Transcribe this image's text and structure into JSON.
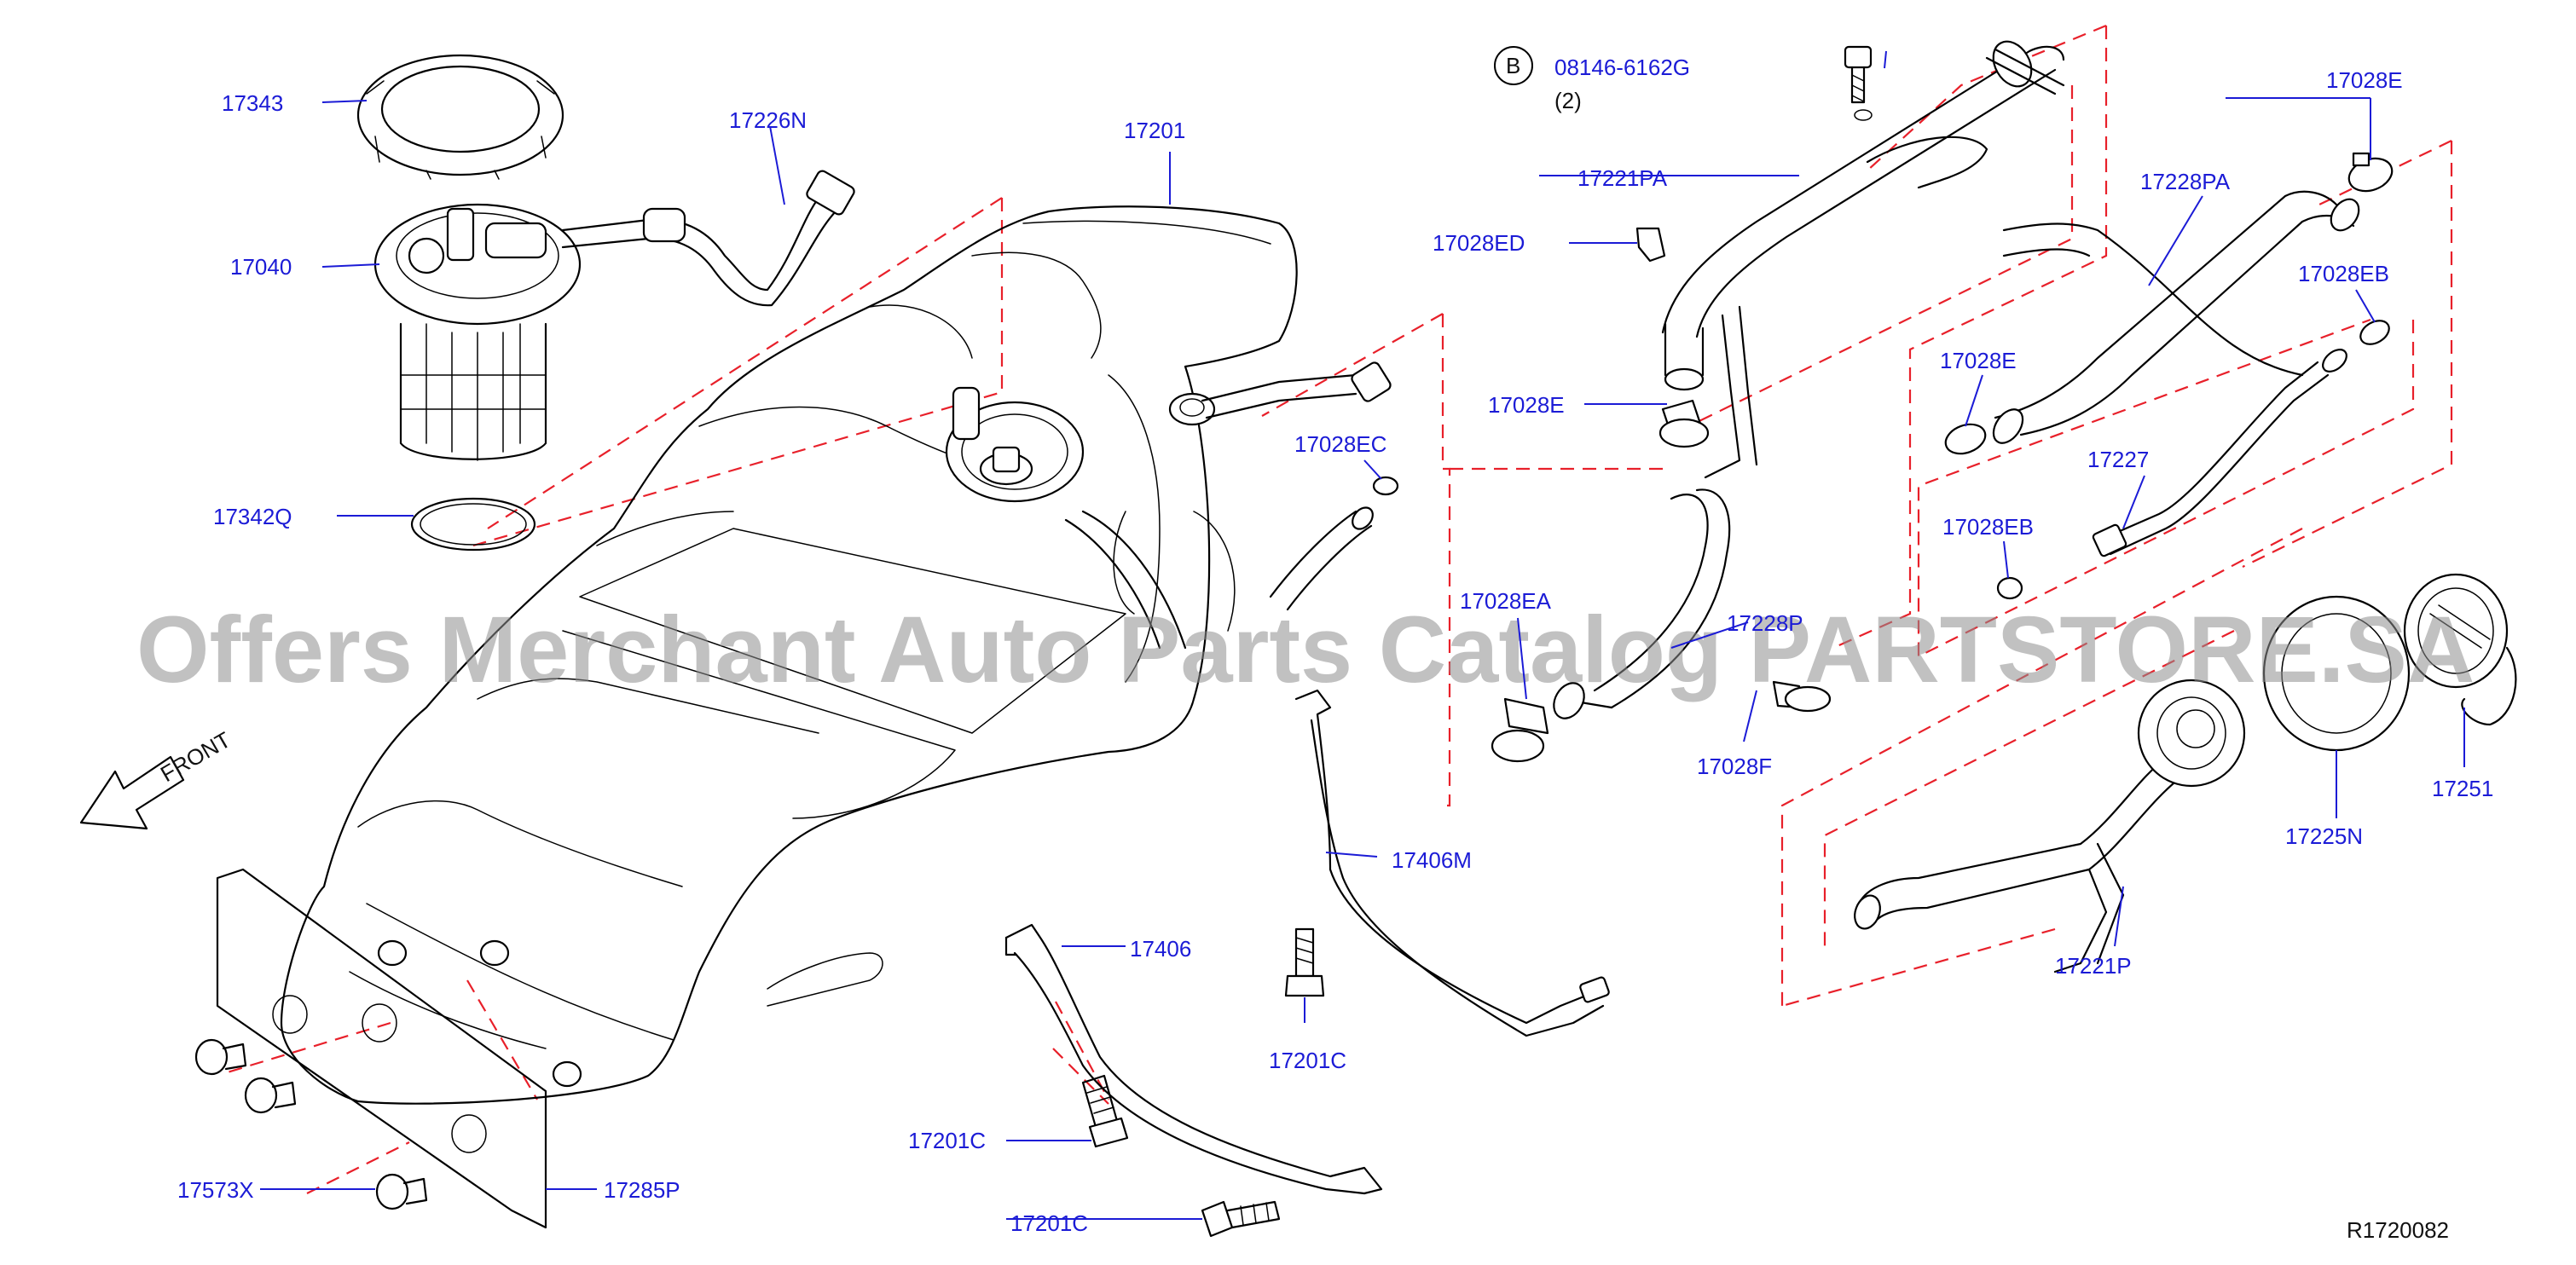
{
  "diagram_id": "R1720082",
  "watermark": "Offers Merchant Auto Parts Catalog PARTSTORE.SA",
  "front_label": "FRONT",
  "bolt_ref": {
    "symbol": "B",
    "part_no": "08146-6162G",
    "qty": "(2)"
  },
  "parts": {
    "p17343": "17343",
    "p17226N": "17226N",
    "p17040": "17040",
    "p17342Q": "17342Q",
    "p17201": "17201",
    "p17221PA": "17221PA",
    "p17028ED": "17028ED",
    "p17028E_a": "17028E",
    "p17028E_b": "17028E",
    "p17028E_c": "17028E",
    "p17228PA": "17228PA",
    "p17028EB_a": "17028EB",
    "p17028EB_b": "17028EB",
    "p17028EC": "17028EC",
    "p17227": "17227",
    "p17028EA": "17028EA",
    "p17228P": "17228P",
    "p17028F": "17028F",
    "p17406M": "17406M",
    "p17406": "17406",
    "p17201C_a": "17201C",
    "p17201C_b": "17201C",
    "p17201C_c": "17201C",
    "p17573X": "17573X",
    "p17285P": "17285P",
    "p17225N": "17225N",
    "p17251": "17251",
    "p17221P": "17221P"
  },
  "colors": {
    "label": "#1b1bd6",
    "dashed_line": "#e8202a",
    "line_art": "#000000",
    "watermark": "#8e8e8e"
  }
}
